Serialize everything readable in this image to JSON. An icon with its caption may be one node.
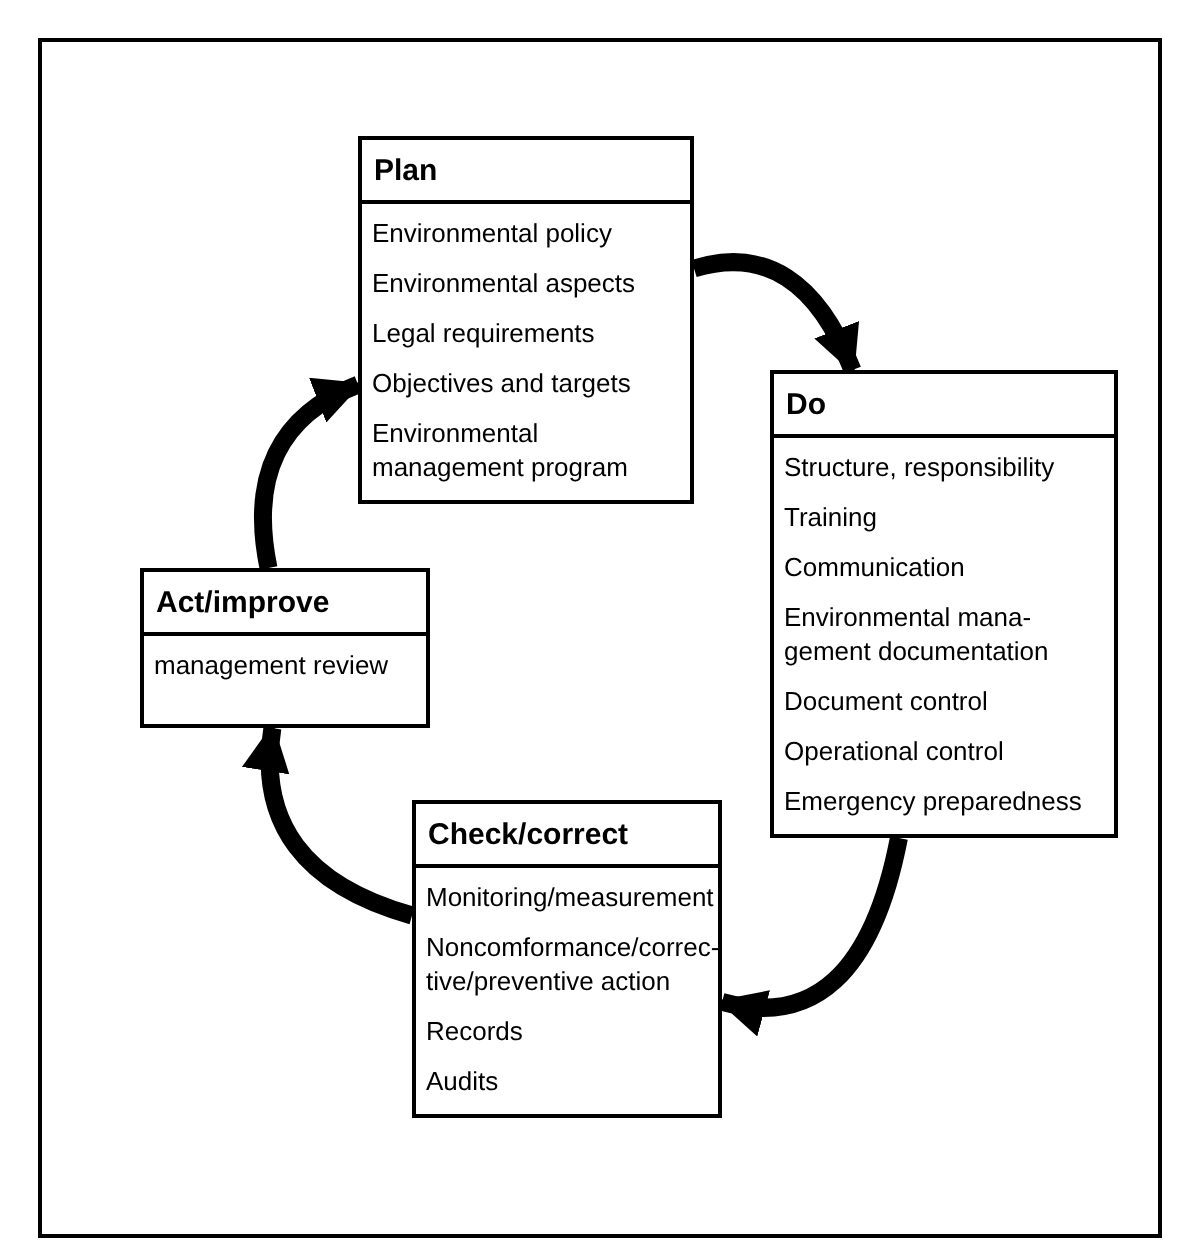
{
  "diagram": {
    "nodes": [
      {
        "text": [
          "Plan",
          "Environmental policy",
          "Environmental aspects",
          "Legal requirements",
          "Objectives and targets",
          "Environmental management program"
        ]
      },
      {
        "text": [
          "Do",
          "Structure, responsibility",
          "Training",
          "Communication",
          "Environmental mana-gement documentation",
          "Document control",
          "Operational control",
          "Emergency preparedness"
        ]
      },
      {
        "text": [
          "Check/correct",
          "Monitoring/measurement",
          "Noncomformance/correc-tive/preventive action",
          "Records",
          "Audits"
        ]
      },
      {
        "text": [
          "Act/improve",
          "management review"
        ]
      }
    ],
    "edges": [
      {
        "from": 0,
        "to": 1,
        "arrow": "to"
      },
      {
        "from": 1,
        "to": 2,
        "arrow": "to"
      },
      {
        "from": 2,
        "to": 3,
        "arrow": "to"
      },
      {
        "from": 3,
        "to": 0,
        "arrow": "to"
      }
    ]
  }
}
